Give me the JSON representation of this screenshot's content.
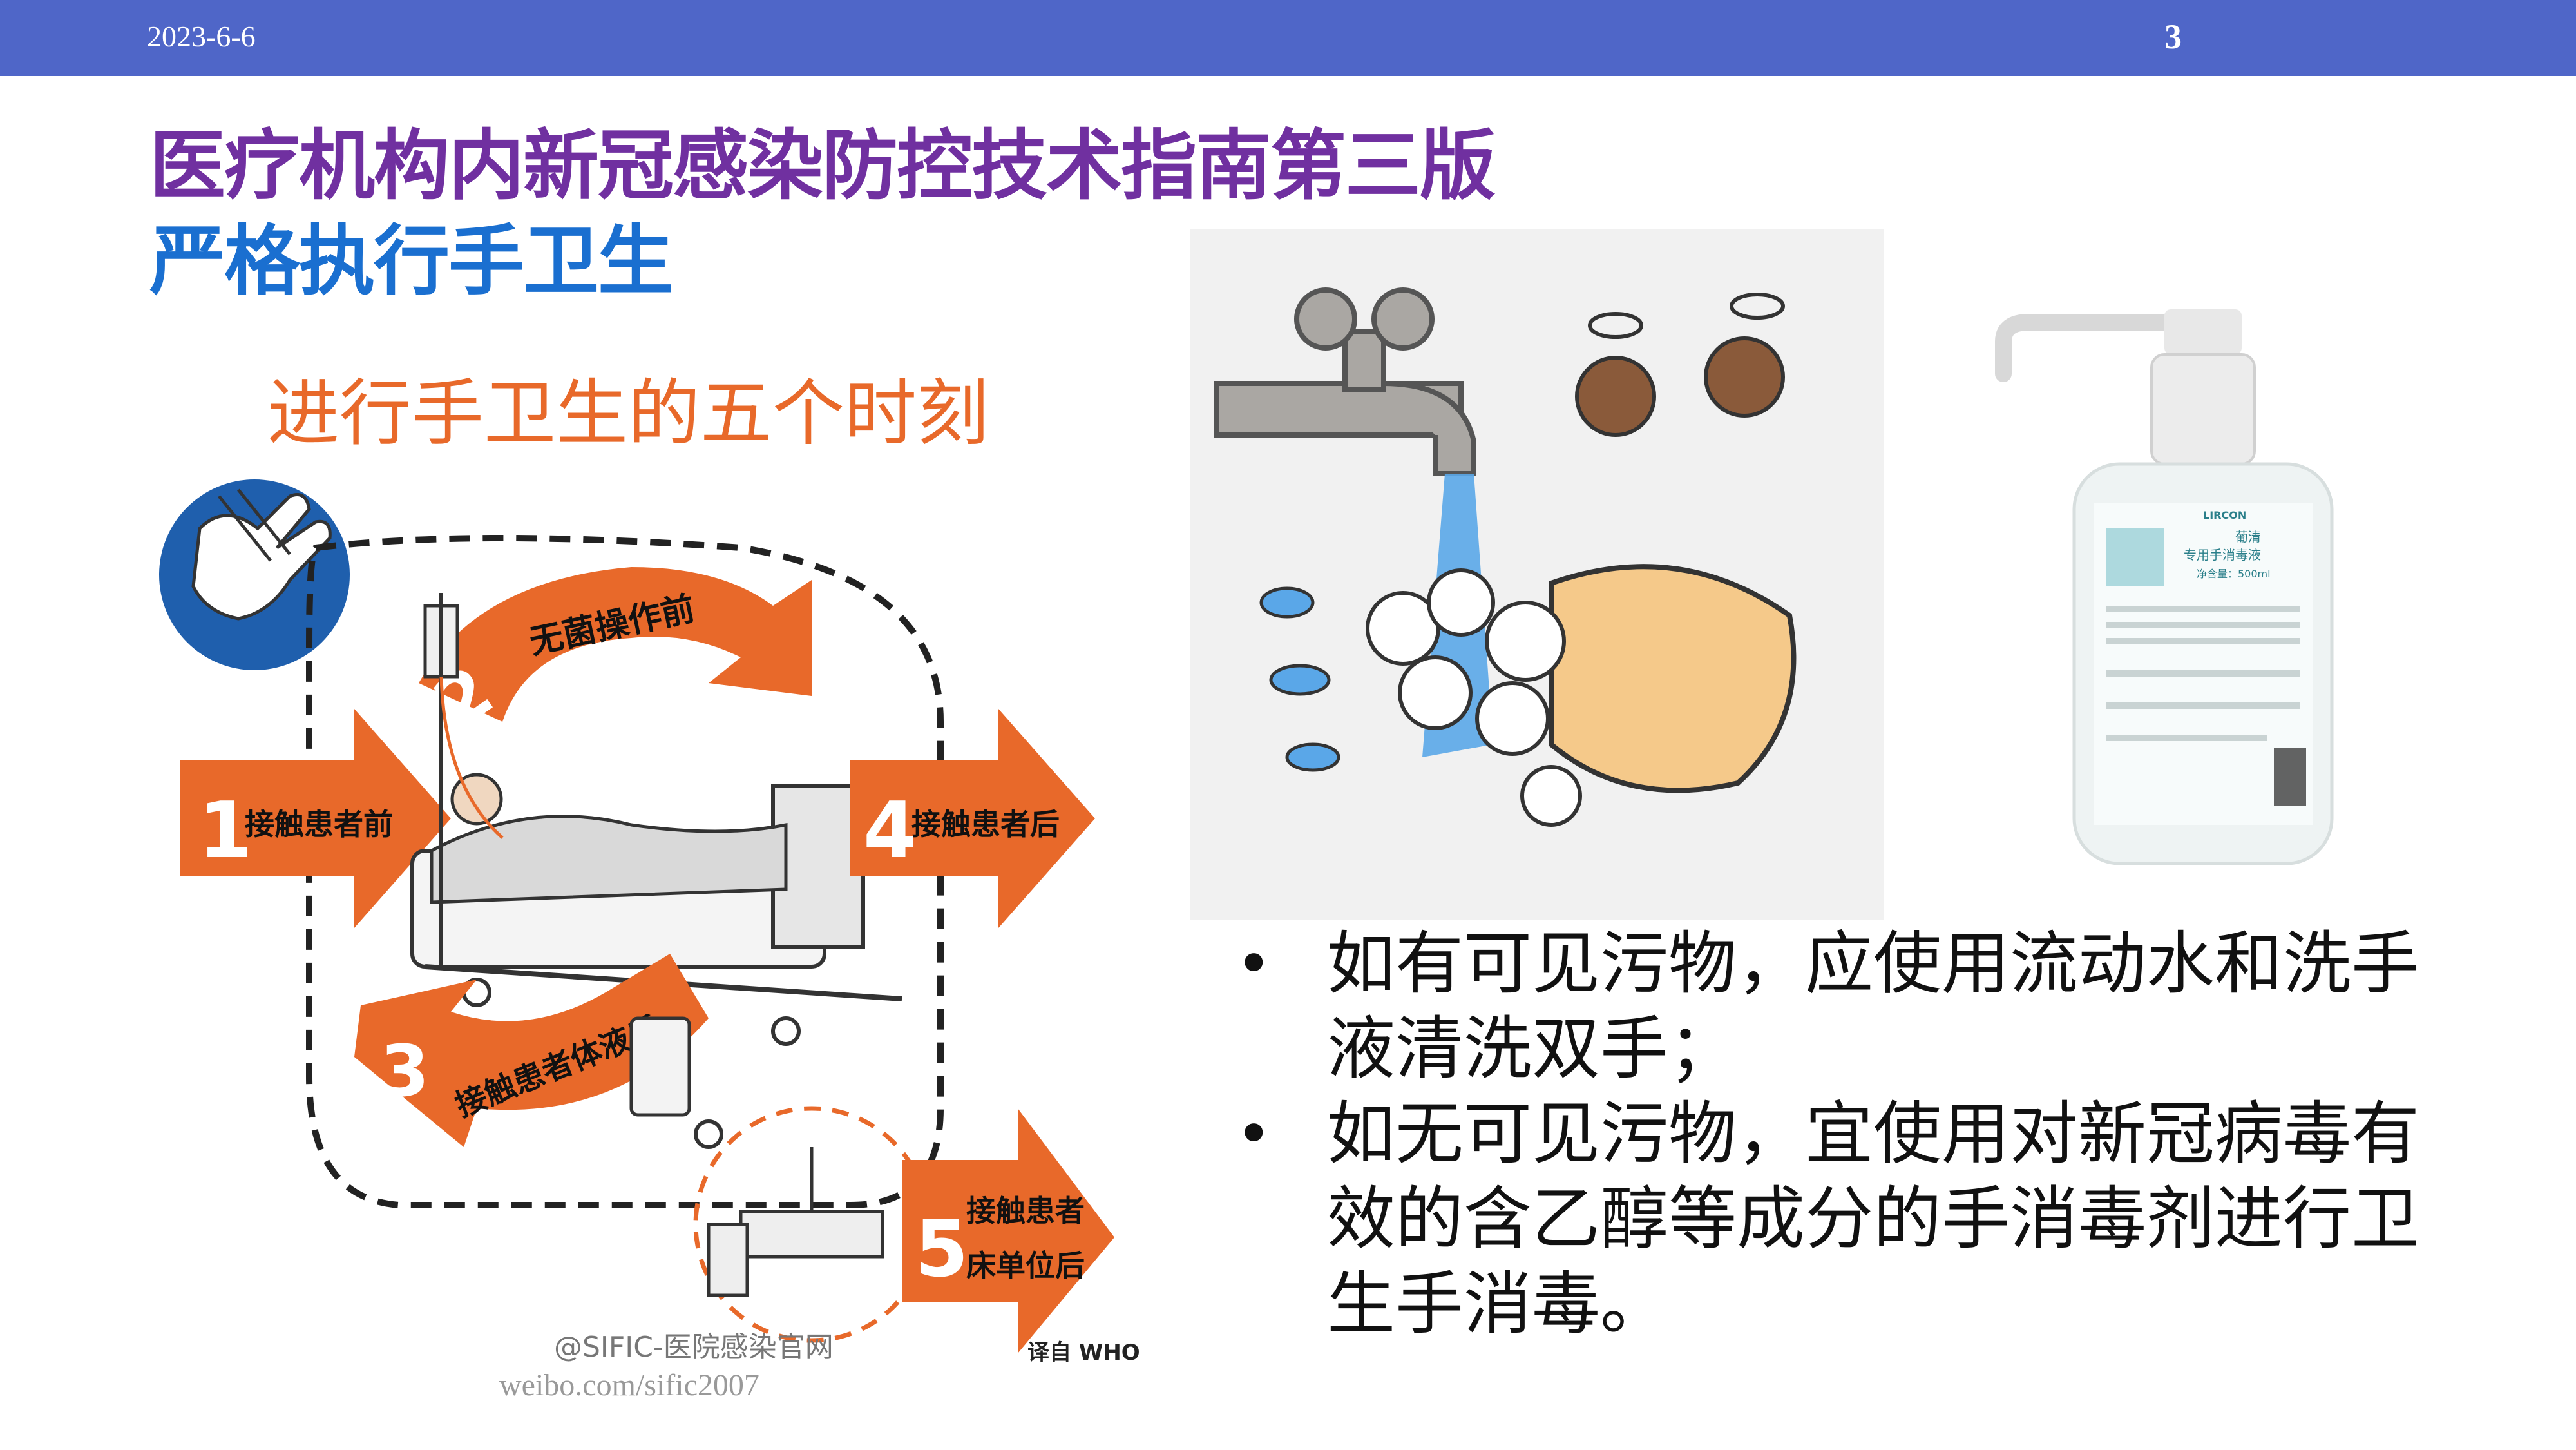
{
  "header": {
    "date": "2023-6-6",
    "page_number": "3",
    "bar_color": "#4f66c8"
  },
  "title": "医疗机构内新冠感染防控技术指南第三版",
  "subtitle": "严格执行手卫生",
  "who_poster": {
    "heading": "进行手卫生的五个时刻",
    "moments": [
      {
        "number": "1",
        "label": "接触患者前"
      },
      {
        "number": "2",
        "label": "无菌操作前"
      },
      {
        "number": "3",
        "label": "接触患者体液后"
      },
      {
        "number": "4",
        "label": "接触患者后"
      },
      {
        "number": "5",
        "label_line1": "接触患者",
        "label_line2": "床单位后"
      }
    ],
    "credit": "译自 WHO",
    "watermark_line1": "@SIFIC-医院感染官网",
    "watermark_line2": "weibo.com/sific2007",
    "accent_color": "#e8692a"
  },
  "bottle_label": {
    "brand": "LIRCON",
    "name": "葡清",
    "product": "专用手消毒液",
    "volume": "净含量：500ml"
  },
  "bullets": [
    {
      "line1": "如有可见污物，应使用流动水和洗手",
      "line2": "液清洗双手；"
    },
    {
      "line1": "如无可见污物，宜使用对新冠病毒有",
      "line2": "效的含乙醇等成分的手消毒剂进行卫",
      "line3": "生手消毒。"
    }
  ]
}
